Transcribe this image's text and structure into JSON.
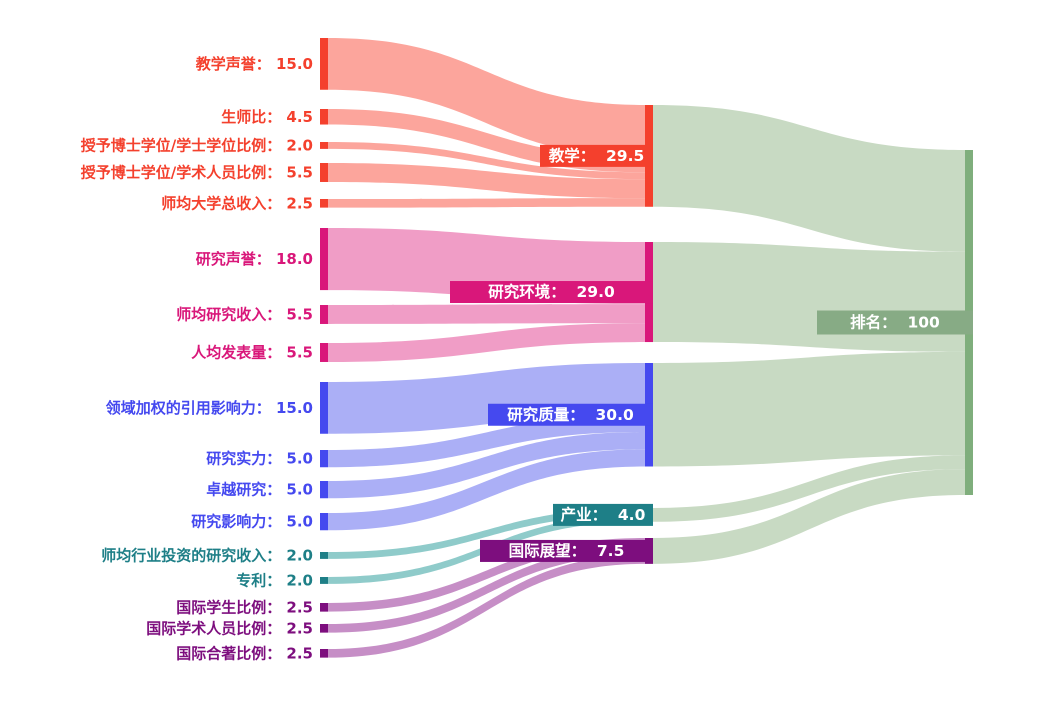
{
  "chart_data": {
    "type": "sankey",
    "title": "",
    "legend": "none",
    "grid": false,
    "target": {
      "id": "rank",
      "label": "排名",
      "value": 100,
      "value_text": "100",
      "node_color": "#7fae7c",
      "flow_color": "#c8dac3",
      "box_color": "#87ab85",
      "label_text_color": "#ffffff"
    },
    "groups": [
      {
        "id": "teaching",
        "label": "教学",
        "value": 29.5,
        "value_text": "29.5",
        "node_color": "#f4402d",
        "flow_color": "#fca59c",
        "box_color": "#f4402d",
        "text_color": "#f4402d",
        "sources": [
          {
            "id": "teaching-reputation",
            "label": "教学声誉",
            "value": 15.0,
            "value_text": "15.0"
          },
          {
            "id": "student-staff-ratio",
            "label": "生师比",
            "value": 4.5,
            "value_text": "4.5"
          },
          {
            "id": "doctorate-bachelor-ratio",
            "label": "授予博士学位/学士学位比例",
            "value": 2.0,
            "value_text": "2.0"
          },
          {
            "id": "doctorate-staff-ratio",
            "label": "授予博士学位/学术人员比例",
            "value": 5.5,
            "value_text": "5.5"
          },
          {
            "id": "institutional-income",
            "label": "师均大学总收入",
            "value": 2.5,
            "value_text": "2.5"
          }
        ]
      },
      {
        "id": "research-environment",
        "label": "研究环境",
        "value": 29.0,
        "value_text": "29.0",
        "node_color": "#d9177a",
        "flow_color": "#f09dc6",
        "box_color": "#d9177a",
        "text_color": "#d9177a",
        "sources": [
          {
            "id": "research-reputation",
            "label": "研究声誉",
            "value": 18.0,
            "value_text": "18.0"
          },
          {
            "id": "research-income",
            "label": "师均研究收入",
            "value": 5.5,
            "value_text": "5.5"
          },
          {
            "id": "research-productivity",
            "label": "人均发表量",
            "value": 5.5,
            "value_text": "5.5"
          }
        ]
      },
      {
        "id": "research-quality",
        "label": "研究质量",
        "value": 30.0,
        "value_text": "30.0",
        "node_color": "#4549ef",
        "flow_color": "#abaff6",
        "box_color": "#4549ef",
        "text_color": "#4549ef",
        "sources": [
          {
            "id": "field-weighted-citation-impact",
            "label": "领域加权的引用影响力",
            "value": 15.0,
            "value_text": "15.0"
          },
          {
            "id": "research-strength",
            "label": "研究实力",
            "value": 5.0,
            "value_text": "5.0"
          },
          {
            "id": "research-excellence",
            "label": "卓越研究",
            "value": 5.0,
            "value_text": "5.0"
          },
          {
            "id": "research-influence",
            "label": "研究影响力",
            "value": 5.0,
            "value_text": "5.0"
          }
        ]
      },
      {
        "id": "industry",
        "label": "产业",
        "value": 4.0,
        "value_text": "4.0",
        "node_color": "#1e7f87",
        "flow_color": "#8fcbca",
        "box_color": "#1e7f87",
        "text_color": "#1e7f87",
        "sources": [
          {
            "id": "industry-income",
            "label": "师均行业投资的研究收入",
            "value": 2.0,
            "value_text": "2.0"
          },
          {
            "id": "patents",
            "label": "专利",
            "value": 2.0,
            "value_text": "2.0"
          }
        ]
      },
      {
        "id": "international-outlook",
        "label": "国际展望",
        "value": 7.5,
        "value_text": "7.5",
        "node_color": "#7d0e7e",
        "flow_color": "#c68ec6",
        "box_color": "#7d0e7e",
        "text_color": "#7d0e7e",
        "sources": [
          {
            "id": "international-students",
            "label": "国际学生比例",
            "value": 2.5,
            "value_text": "2.5"
          },
          {
            "id": "international-staff",
            "label": "国际学术人员比例",
            "value": 2.5,
            "value_text": "2.5"
          },
          {
            "id": "international-coauthorship",
            "label": "国际合著比例",
            "value": 2.5,
            "value_text": "2.5"
          }
        ]
      }
    ]
  }
}
